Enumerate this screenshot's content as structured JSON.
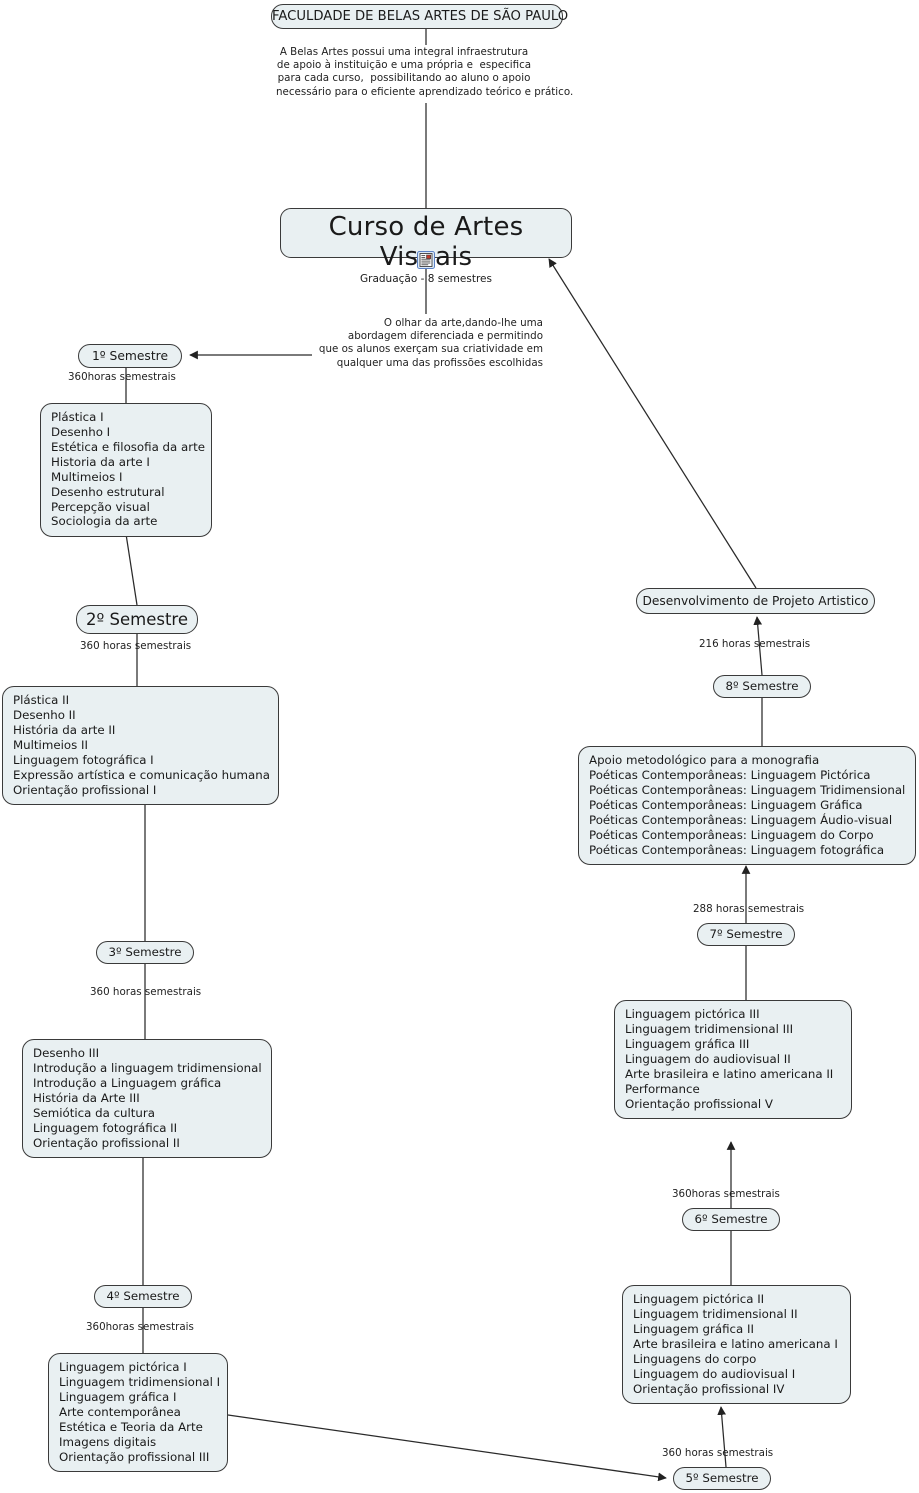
{
  "title": "FACULDADE DE BELAS ARTES DE SÃO PAULO",
  "colors": {
    "node_fill": "#e9f0f2",
    "node_stroke": "#3a3a3a",
    "text": "#1a1a1a",
    "background": "#ffffff"
  },
  "root": {
    "label": "FACULDADE DE BELAS ARTES DE SÃO PAULO"
  },
  "intro_text": "A Belas Artes possui uma integral infraestrutura\nde apoio à instituição e uma própria e  especifica\npara cada curso,  possibilitando ao aluno o apoio\nnecessário para o eficiente aprendizado teórico e prático.",
  "course": {
    "title": "Curso de Artes Visuais",
    "subtitle": "Graduação - 8 semestres",
    "icon": "document-note-icon"
  },
  "olhar_text": "O olhar da arte,dando-lhe uma\nabordagem diferenciada e permitindo\nque os alunos exerçam sua criatividade em\nqualquer uma das profissões escolhidas",
  "projeto": {
    "label": "Desenvolvimento de Projeto Artistico"
  },
  "semesters": [
    {
      "id": "sem1",
      "label": "1º Semestre",
      "hours": "360horas semestrais",
      "courses": [
        "Plástica I",
        "Desenho I",
        "Estética e filosofia da arte",
        "Historia da arte I",
        "Multimeios I",
        "Desenho estrutural",
        "Percepção visual",
        "Sociologia da arte"
      ]
    },
    {
      "id": "sem2",
      "label": "2º Semestre",
      "hours": "360 horas semestrais",
      "courses": [
        "Plástica II",
        "Desenho II",
        "História da arte II",
        "Multimeios II",
        "Linguagem fotográfica I",
        "Expressão artística e comunicação humana",
        "Orientação profissional I"
      ]
    },
    {
      "id": "sem3",
      "label": "3º Semestre",
      "hours": "360 horas semestrais",
      "courses": [
        "Desenho III",
        "Introdução a linguagem tridimensional",
        "Introdução a Linguagem gráfica",
        "História da Arte III",
        "Semiótica da cultura",
        "Linguagem fotográfica II",
        "Orientação profissional II"
      ]
    },
    {
      "id": "sem4",
      "label": "4º Semestre",
      "hours": "360horas semestrais",
      "courses": [
        "Linguagem pictórica I",
        "Linguagem tridimensional I",
        "Linguagem gráfica I",
        "Arte contemporânea",
        "Estética e Teoria da Arte",
        "Imagens digitais",
        "Orientação profissional III"
      ]
    },
    {
      "id": "sem5",
      "label": "5º Semestre",
      "hours": "360 horas semestrais",
      "courses": [
        "Linguagem pictórica II",
        "Linguagem tridimensional II",
        "Linguagem gráfica II",
        "Arte brasileira e latino americana I",
        "Linguagens do corpo",
        "Linguagem do audiovisual I",
        "Orientação profissional IV"
      ]
    },
    {
      "id": "sem6",
      "label": "6º Semestre",
      "hours": "360horas semestrais",
      "courses": [
        "Linguagem pictórica III",
        "Linguagem tridimensional III",
        "Linguagem gráfica III",
        "Linguagem do audiovisual II",
        "Arte brasileira e latino americana II",
        "Performance",
        "Orientação profissional V"
      ]
    },
    {
      "id": "sem7",
      "label": "7º Semestre",
      "hours": "288 horas semestrais",
      "courses": [
        "Apoio metodológico para a monografia",
        "Poéticas Contemporâneas: Linguagem Pictórica",
        "Poéticas Contemporâneas: Linguagem Tridimensional",
        "Poéticas Contemporâneas: Linguagem Gráfica",
        "Poéticas Contemporâneas: Linguagem Áudio-visual",
        "Poéticas Contemporâneas: Linguagem do Corpo",
        "Poéticas Contemporâneas: Linguagem fotográfica"
      ]
    },
    {
      "id": "sem8",
      "label": "8º Semestre",
      "hours": "216 horas semestrais",
      "courses": []
    }
  ]
}
